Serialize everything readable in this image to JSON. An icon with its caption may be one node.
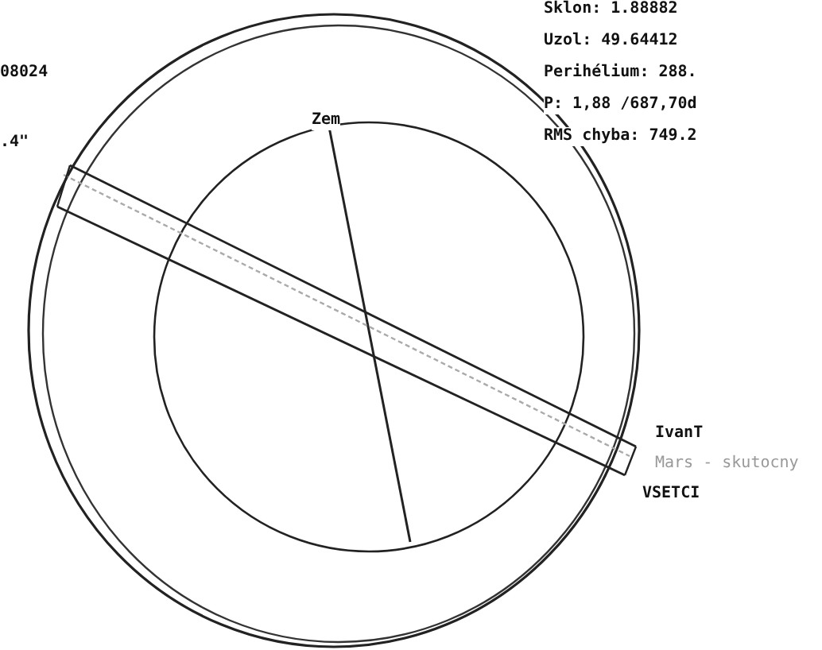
{
  "diagram": {
    "labels": [
      "08024",
      ".4\"",
      "Sklon: 1.88882",
      "Uzol: 49.64412",
      "Perihélium: 288.",
      "P: 1,88 /687,70d",
      "RMS chyba: 749.2",
      "Zem",
      "IvanT",
      "Mars - skutocny",
      "VSETCI"
    ]
  }
}
